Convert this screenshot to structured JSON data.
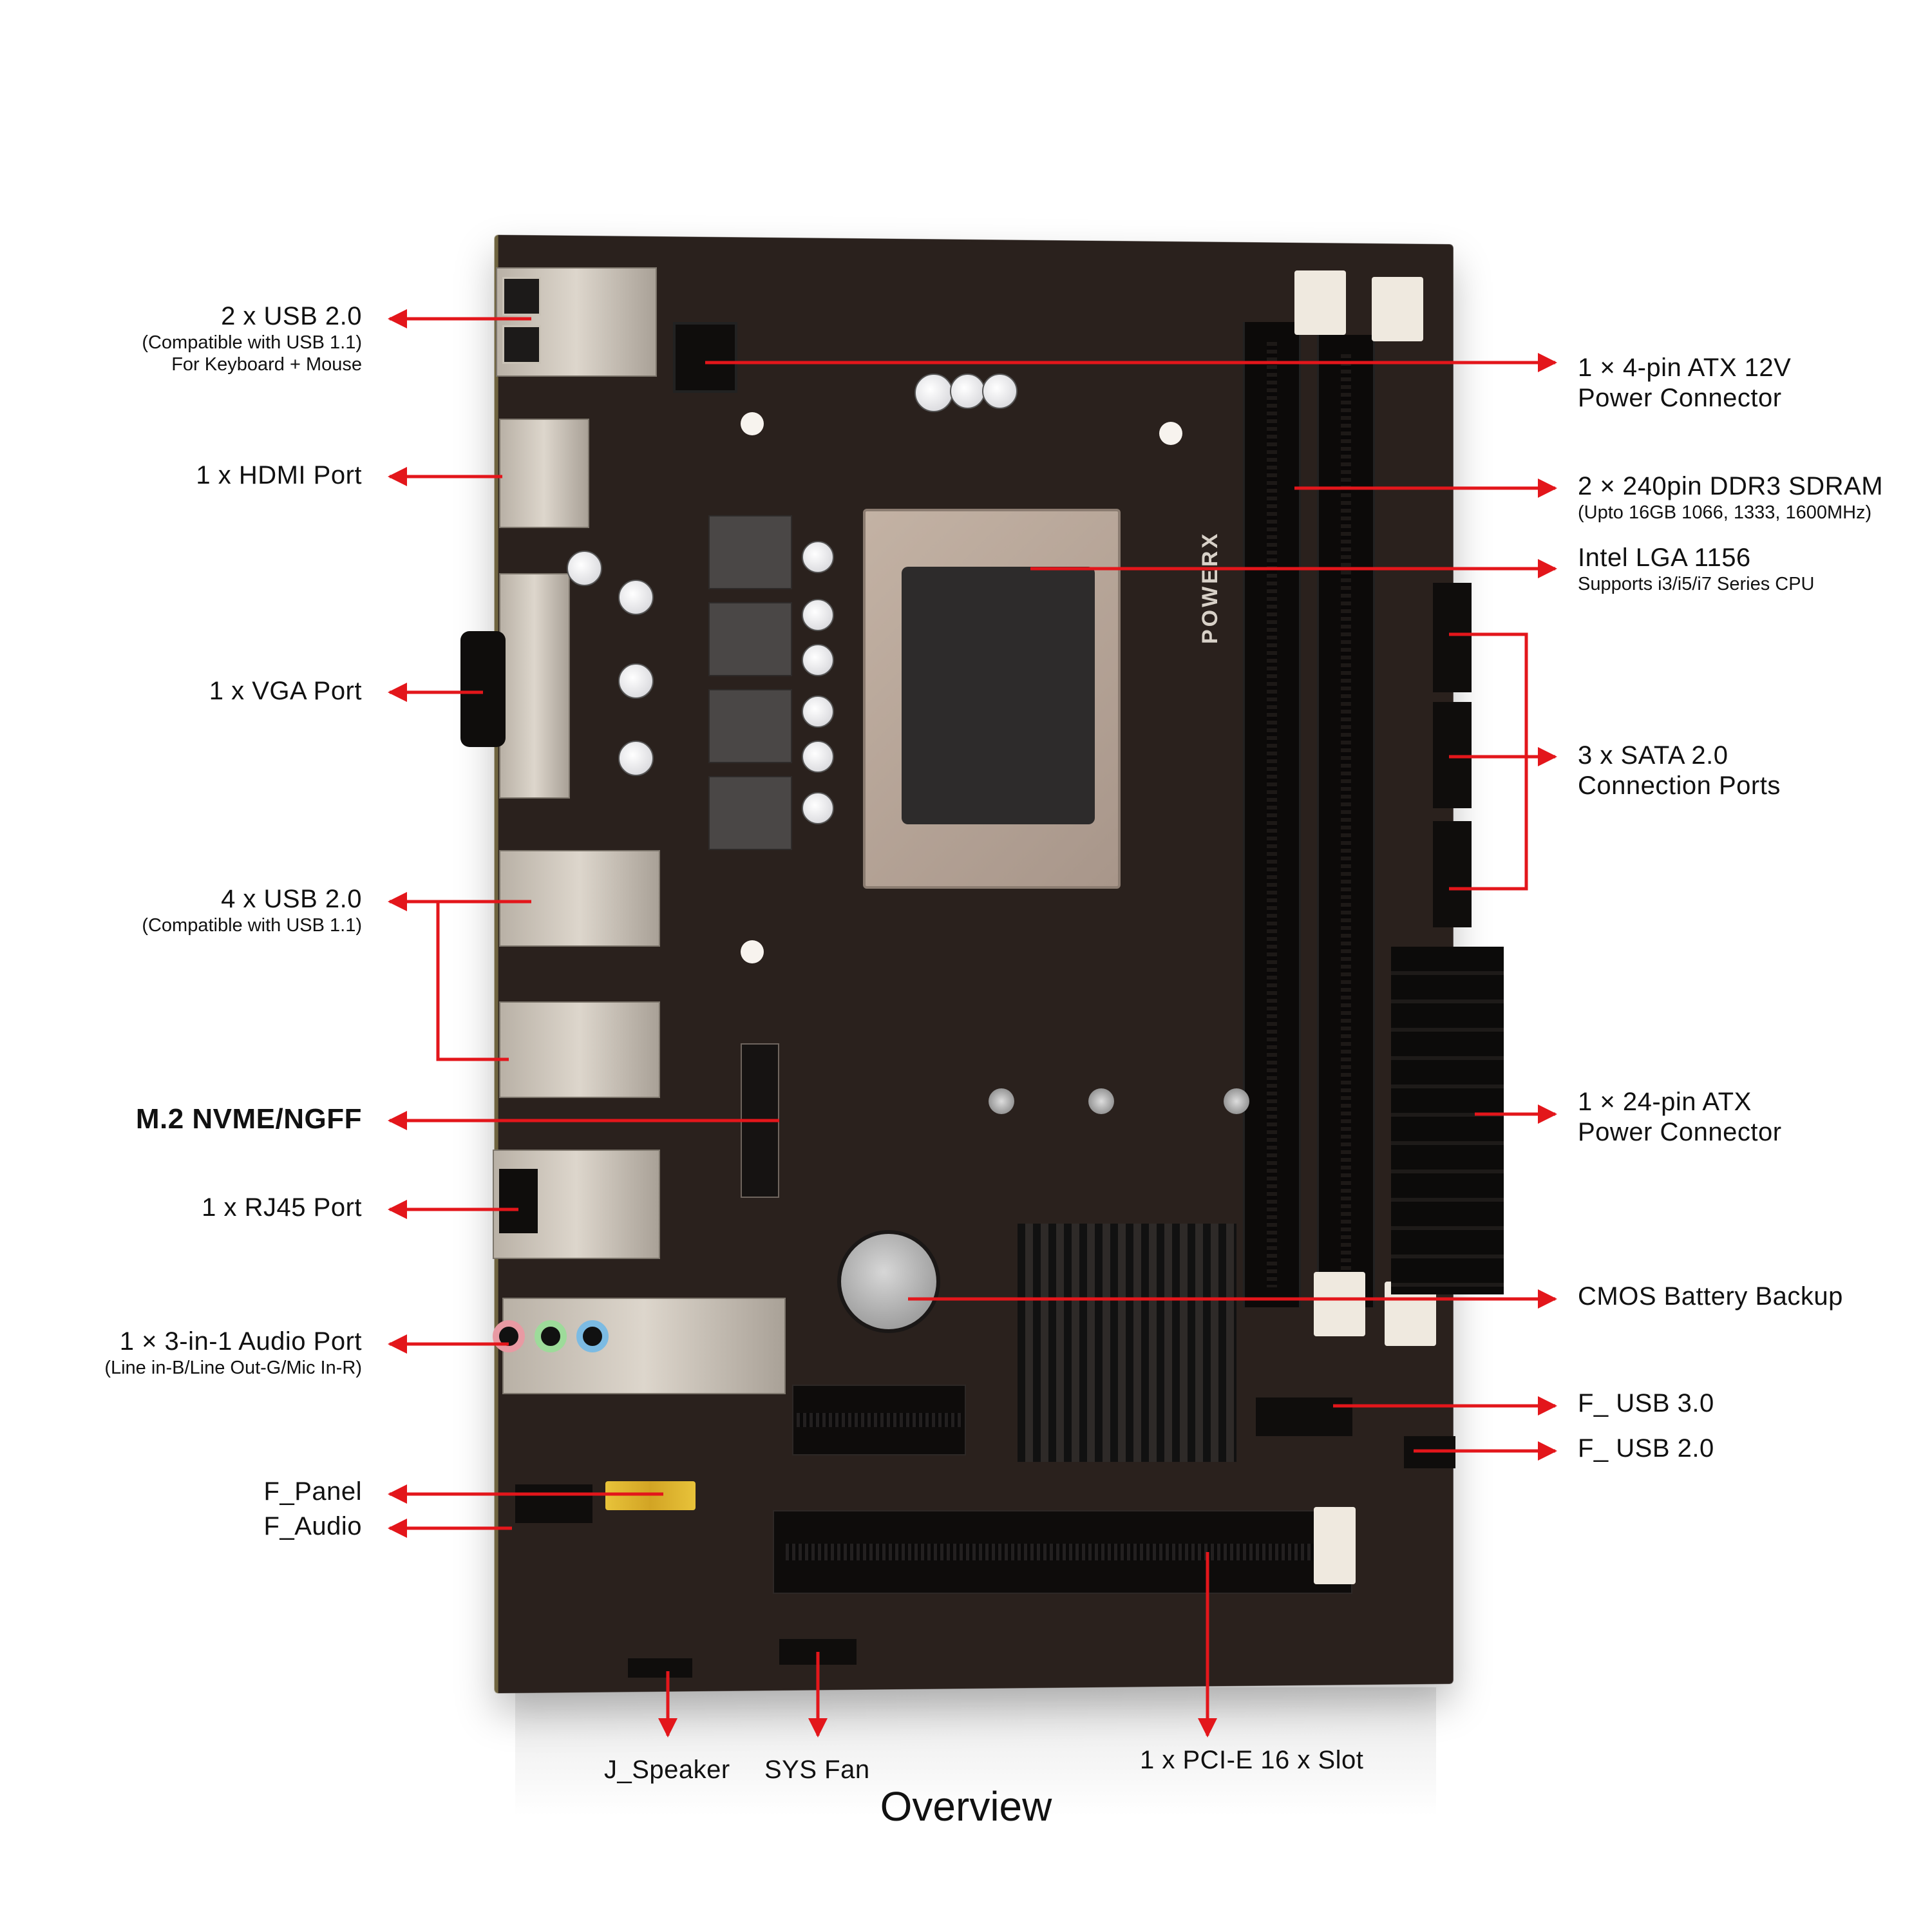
{
  "brand": {
    "logo_text": "POWERX"
  },
  "title": "Overview",
  "colors": {
    "accent": "#e3161b",
    "text": "#111111",
    "board": "#2a211d"
  },
  "left_callouts": [
    {
      "id": "usb-ps2",
      "main": "2 x USB 2.0",
      "sub": [
        "(Compatible with USB 1.1)",
        "For Keyboard + Mouse"
      ]
    },
    {
      "id": "hdmi",
      "main": "1 x HDMI Port",
      "sub": []
    },
    {
      "id": "vga",
      "main": "1 x VGA Port",
      "sub": []
    },
    {
      "id": "usb-rear",
      "main": "4 x USB 2.0",
      "sub": [
        "(Compatible with USB 1.1)"
      ]
    },
    {
      "id": "m2",
      "main": "M.2 NVME/NGFF",
      "sub": []
    },
    {
      "id": "rj45",
      "main": "1 x RJ45 Port",
      "sub": []
    },
    {
      "id": "audio",
      "main": "1 × 3-in-1 Audio Port",
      "sub": [
        "(Line in-B/Line Out-G/Mic In-R)"
      ]
    },
    {
      "id": "f-panel",
      "main": "F_Panel",
      "sub": []
    },
    {
      "id": "f-audio",
      "main": "F_Audio",
      "sub": []
    }
  ],
  "right_callouts": [
    {
      "id": "atx12v",
      "main": "1 × 4-pin ATX 12V",
      "sub": [
        "Power Connector"
      ]
    },
    {
      "id": "ddr3",
      "main": "2 × 240pin DDR3 SDRAM",
      "sub": [
        "(Upto 16GB 1066, 1333, 1600MHz)"
      ]
    },
    {
      "id": "cpu",
      "main": "Intel LGA 1156",
      "sub": [
        "Supports i3/i5/i7 Series CPU"
      ]
    },
    {
      "id": "sata",
      "main": "3 x SATA 2.0",
      "sub": [
        "Connection Ports"
      ]
    },
    {
      "id": "atx24",
      "main": "1 × 24-pin ATX",
      "sub": [
        "Power Connector"
      ]
    },
    {
      "id": "cmos",
      "main": "CMOS Battery Backup",
      "sub": []
    },
    {
      "id": "f-usb3",
      "main": "F_ USB 3.0",
      "sub": []
    },
    {
      "id": "f-usb2",
      "main": "F_ USB 2.0",
      "sub": []
    }
  ],
  "bottom_callouts": [
    {
      "id": "j-speaker",
      "main": "J_Speaker"
    },
    {
      "id": "sys-fan",
      "main": "SYS Fan"
    },
    {
      "id": "pcie16",
      "main": "1 x PCI-E 16 x Slot"
    }
  ]
}
